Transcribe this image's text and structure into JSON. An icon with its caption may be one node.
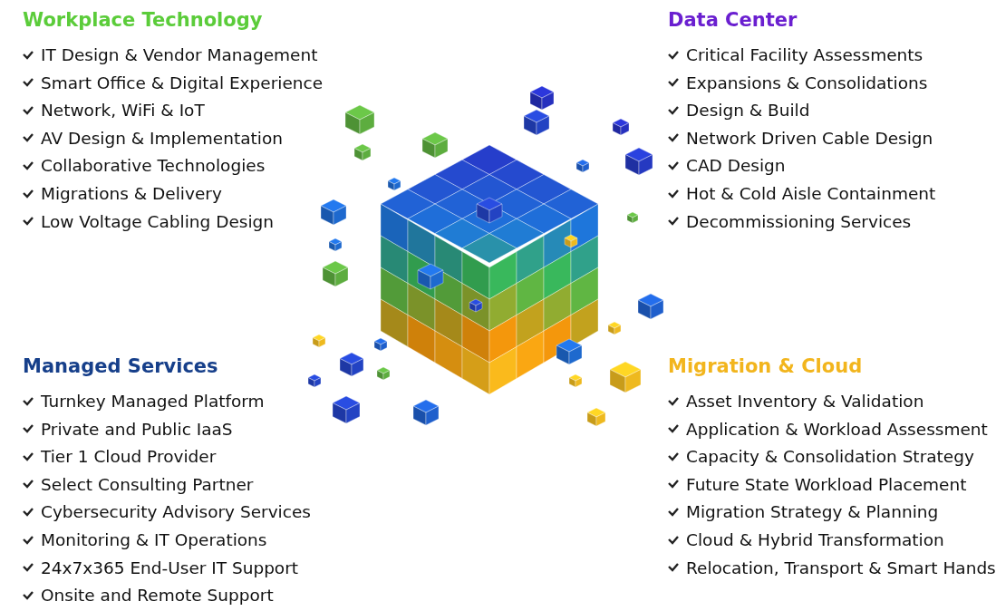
{
  "diagram": {
    "labels": [
      "Workplace Technology",
      "IT Design & Vendor Management",
      "Smart Office & Digital Experience",
      "Network, WiFi & IoT",
      "AV Design & Implementation",
      "Collaborative Technologies",
      "Migrations & Delivery",
      "Low Voltage Cabling Design",
      "Data Center",
      "Critical Facility Assessments",
      "Expansions & Consolidations",
      "Design & Build",
      "Network Driven Cable Design",
      "CAD Design",
      "Hot & Cold Aisle Containment",
      "Decommissioning Services",
      "Managed Services",
      "Turnkey Managed Platform",
      "Private and Public IaaS",
      "Tier 1 Cloud Provider",
      "Select Consulting Partner",
      "Cybersecurity Advisory Services",
      "Monitoring & IT Operations",
      "24x7x365 End-User IT Support",
      "Onsite and Remote Support",
      "Migration & Cloud",
      "Asset Inventory & Validation",
      "Application & Workload Assessment",
      "Capacity & Consolidation Strategy",
      "Future State Workload Placement",
      "Migration Strategy & Planning",
      "Cloud & Hybrid Transformation",
      "Relocation, Transport & Smart Hands"
    ]
  }
}
